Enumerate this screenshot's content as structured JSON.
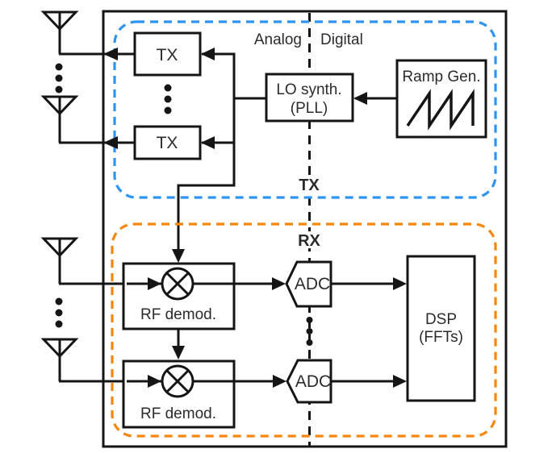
{
  "diagram": {
    "type": "block-diagram",
    "divider": {
      "analog": "Analog",
      "digital": "Digital"
    },
    "tx_region": {
      "label": "TX",
      "color": "#2e94f2",
      "blocks": {
        "tx1": "TX",
        "tx2": "TX",
        "lo_synth": {
          "line1": "LO synth.",
          "line2": "(PLL)"
        },
        "ramp_gen": "Ramp Gen."
      }
    },
    "rx_region": {
      "label": "RX",
      "color": "#f8860d",
      "blocks": {
        "rf_demod1": "RF demod.",
        "rf_demod2": "RF demod.",
        "adc1": "ADC",
        "adc2": "ADC",
        "dsp": {
          "line1": "DSP",
          "line2": "(FFTs)"
        }
      }
    }
  }
}
